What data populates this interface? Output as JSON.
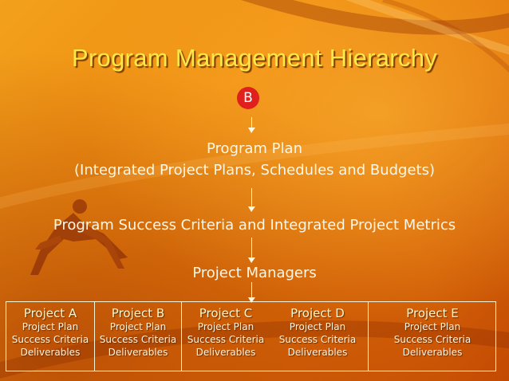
{
  "slide": {
    "title": "Program Management Hierarchy",
    "badge": "B",
    "program_plan": "Program Plan",
    "program_plan_detail": "(Integrated Project Plans, Schedules and Budgets)",
    "success_criteria": "Program Success Criteria and Integrated Project Metrics",
    "project_managers": "Project Managers",
    "projects": [
      {
        "name": "Project A",
        "plan": "Project Plan",
        "criteria": "Success Criteria",
        "deliverables": "Deliverables"
      },
      {
        "name": "Project B",
        "plan": "Project Plan",
        "criteria": "Success Criteria",
        "deliverables": "Deliverables"
      },
      {
        "name": "Project C",
        "plan": "Project Plan",
        "criteria": "Success Criteria",
        "deliverables": "Deliverables"
      },
      {
        "name": "Project D",
        "plan": "Project Plan",
        "criteria": "Success Criteria",
        "deliverables": "Deliverables"
      },
      {
        "name": "Project E",
        "plan": "Project Plan",
        "criteria": "Success Criteria",
        "deliverables": "Deliverables"
      }
    ]
  },
  "colors": {
    "title": "#ffe94a",
    "badge": "#e0201c",
    "background": "#f08d10",
    "text": "#fff7e6"
  },
  "icons": {
    "badge_shape": "red-circle",
    "arrow": "down-arrow-icon",
    "decoration": "sprinter-silhouette"
  }
}
